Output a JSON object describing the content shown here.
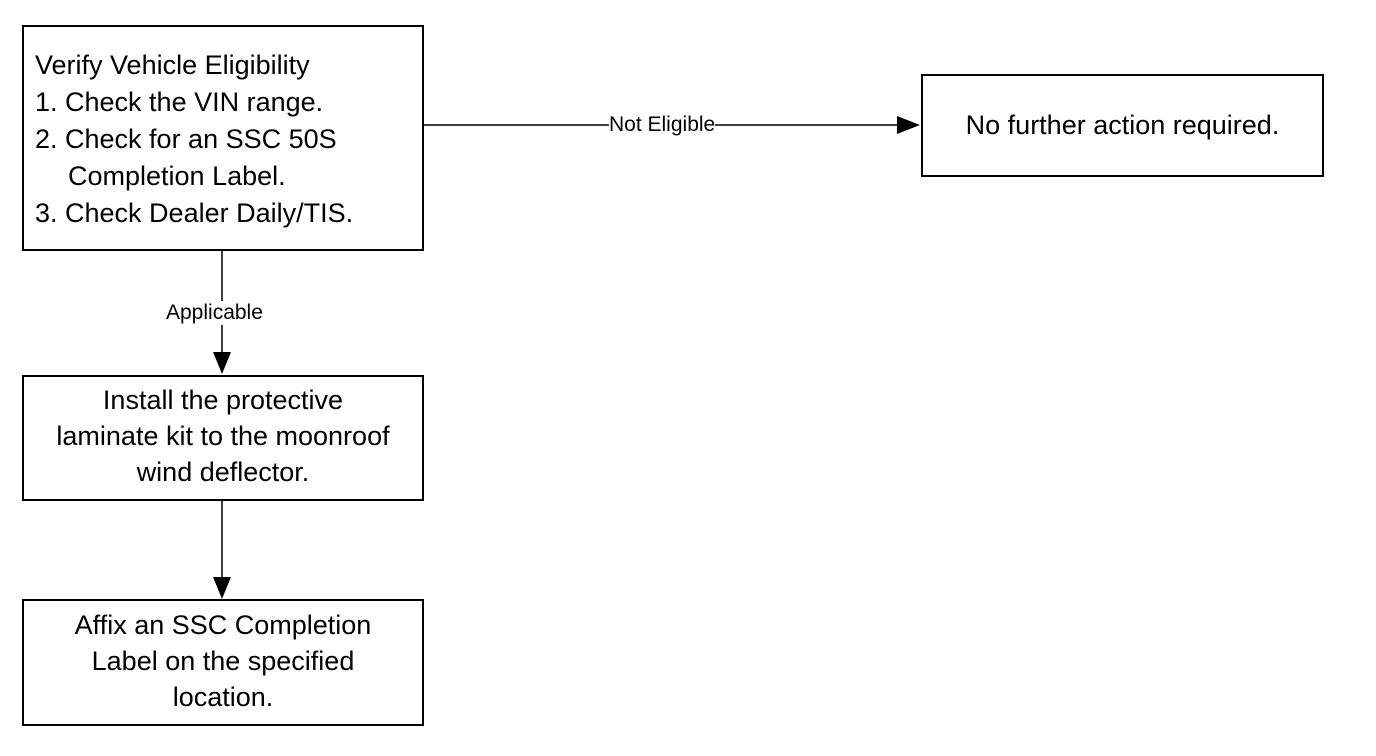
{
  "nodes": {
    "verify": {
      "title": "Verify Vehicle Eligibility",
      "steps": [
        "1. Check the VIN range.",
        "2. Check for an SSC 50S",
        "Completion Label.",
        "3. Check Dealer Daily/TIS."
      ]
    },
    "no_further": {
      "text": "No further action required."
    },
    "install": {
      "lines": [
        "Install the protective",
        "laminate kit to the moonroof",
        "wind deflector."
      ]
    },
    "affix": {
      "lines": [
        "Affix an SSC Completion",
        "Label on the specified",
        "location."
      ]
    }
  },
  "edges": {
    "not_eligible": "Not Eligible",
    "applicable": "Applicable"
  }
}
